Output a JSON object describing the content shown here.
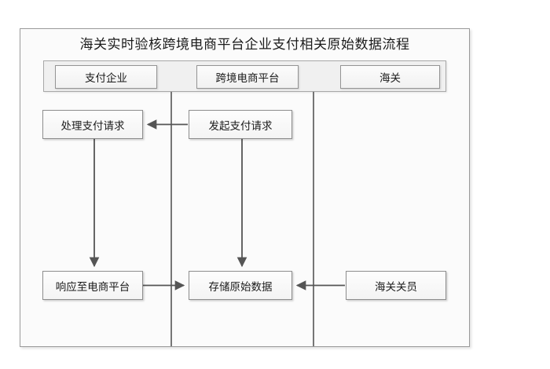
{
  "diagram": {
    "title": "海关实时验核跨境电商平台企业支付相关原始数据流程",
    "type": "swimlane-flowchart",
    "lanes": [
      {
        "id": "lane-payment-enterprise",
        "label": "支付企业"
      },
      {
        "id": "lane-ecommerce-platform",
        "label": "跨境电商平台"
      },
      {
        "id": "lane-customs",
        "label": "海关"
      }
    ],
    "nodes": [
      {
        "id": "node-initiate-payment",
        "label": "发起支付请求",
        "lane": "lane-ecommerce-platform",
        "row": 1
      },
      {
        "id": "node-process-payment",
        "label": "处理支付请求",
        "lane": "lane-payment-enterprise",
        "row": 1
      },
      {
        "id": "node-respond-platform",
        "label": "响应至电商平台",
        "lane": "lane-payment-enterprise",
        "row": 2
      },
      {
        "id": "node-store-rawdata",
        "label": "存储原始数据",
        "lane": "lane-ecommerce-platform",
        "row": 2
      },
      {
        "id": "node-customs-officer",
        "label": "海关关员",
        "lane": "lane-customs",
        "row": 2
      }
    ],
    "edges": [
      {
        "from": "node-initiate-payment",
        "to": "node-process-payment",
        "direction": "left",
        "label": ""
      },
      {
        "from": "node-process-payment",
        "to": "node-respond-platform",
        "direction": "down",
        "label": ""
      },
      {
        "from": "node-initiate-payment",
        "to": "node-store-rawdata",
        "direction": "down",
        "label": ""
      },
      {
        "from": "node-respond-platform",
        "to": "node-store-rawdata",
        "direction": "right",
        "label": ""
      },
      {
        "from": "node-customs-officer",
        "to": "node-store-rawdata",
        "direction": "left",
        "label": ""
      }
    ],
    "colors": {
      "frame_border": "#9a9a9a",
      "frame_fill": "#fbfbfb",
      "lane_strip_fill": "#f0f0f0",
      "box_border": "#8d8d8d",
      "box_fill": "#f6f6f6",
      "connector": "#555555",
      "text": "#1b1b1b"
    }
  }
}
